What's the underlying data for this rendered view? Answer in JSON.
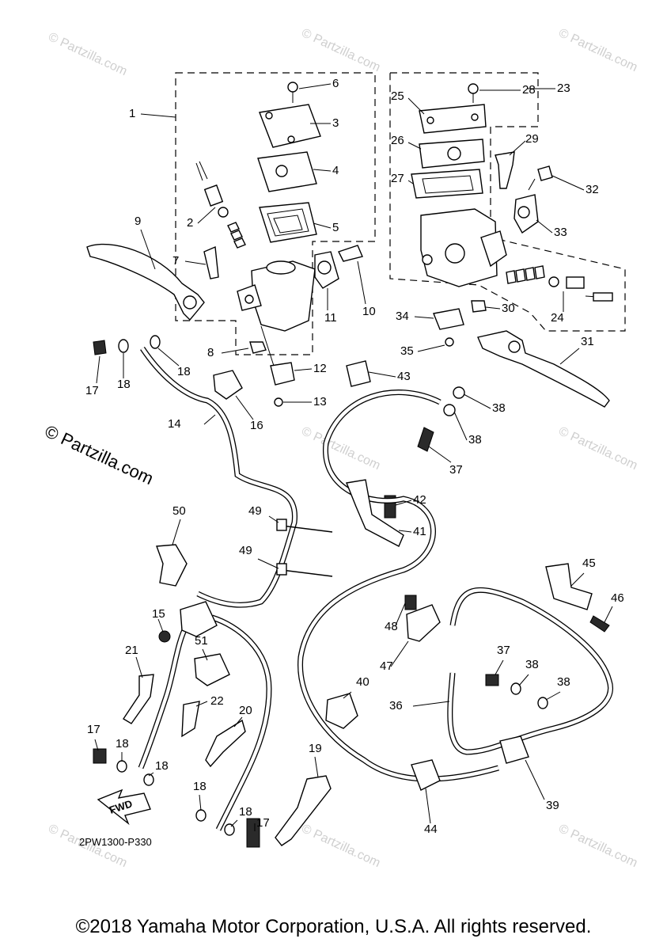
{
  "watermark": {
    "text": "© Partzilla.com"
  },
  "diagram": {
    "code": "2PW1300-P330",
    "fwd_label": "FWD",
    "callouts": [
      "1",
      "2",
      "3",
      "4",
      "5",
      "6",
      "7",
      "8",
      "9",
      "10",
      "11",
      "12",
      "13",
      "14",
      "15",
      "16",
      "17",
      "18",
      "19",
      "20",
      "21",
      "22",
      "23",
      "24",
      "25",
      "26",
      "27",
      "28",
      "29",
      "30",
      "31",
      "32",
      "33",
      "34",
      "35",
      "36",
      "37",
      "38",
      "39",
      "40",
      "41",
      "42",
      "43",
      "44",
      "45",
      "46",
      "47",
      "48",
      "49",
      "50",
      "51"
    ]
  },
  "footer": {
    "copyright": "©2018 Yamaha Motor Corporation, U.S.A. All rights reserved."
  }
}
